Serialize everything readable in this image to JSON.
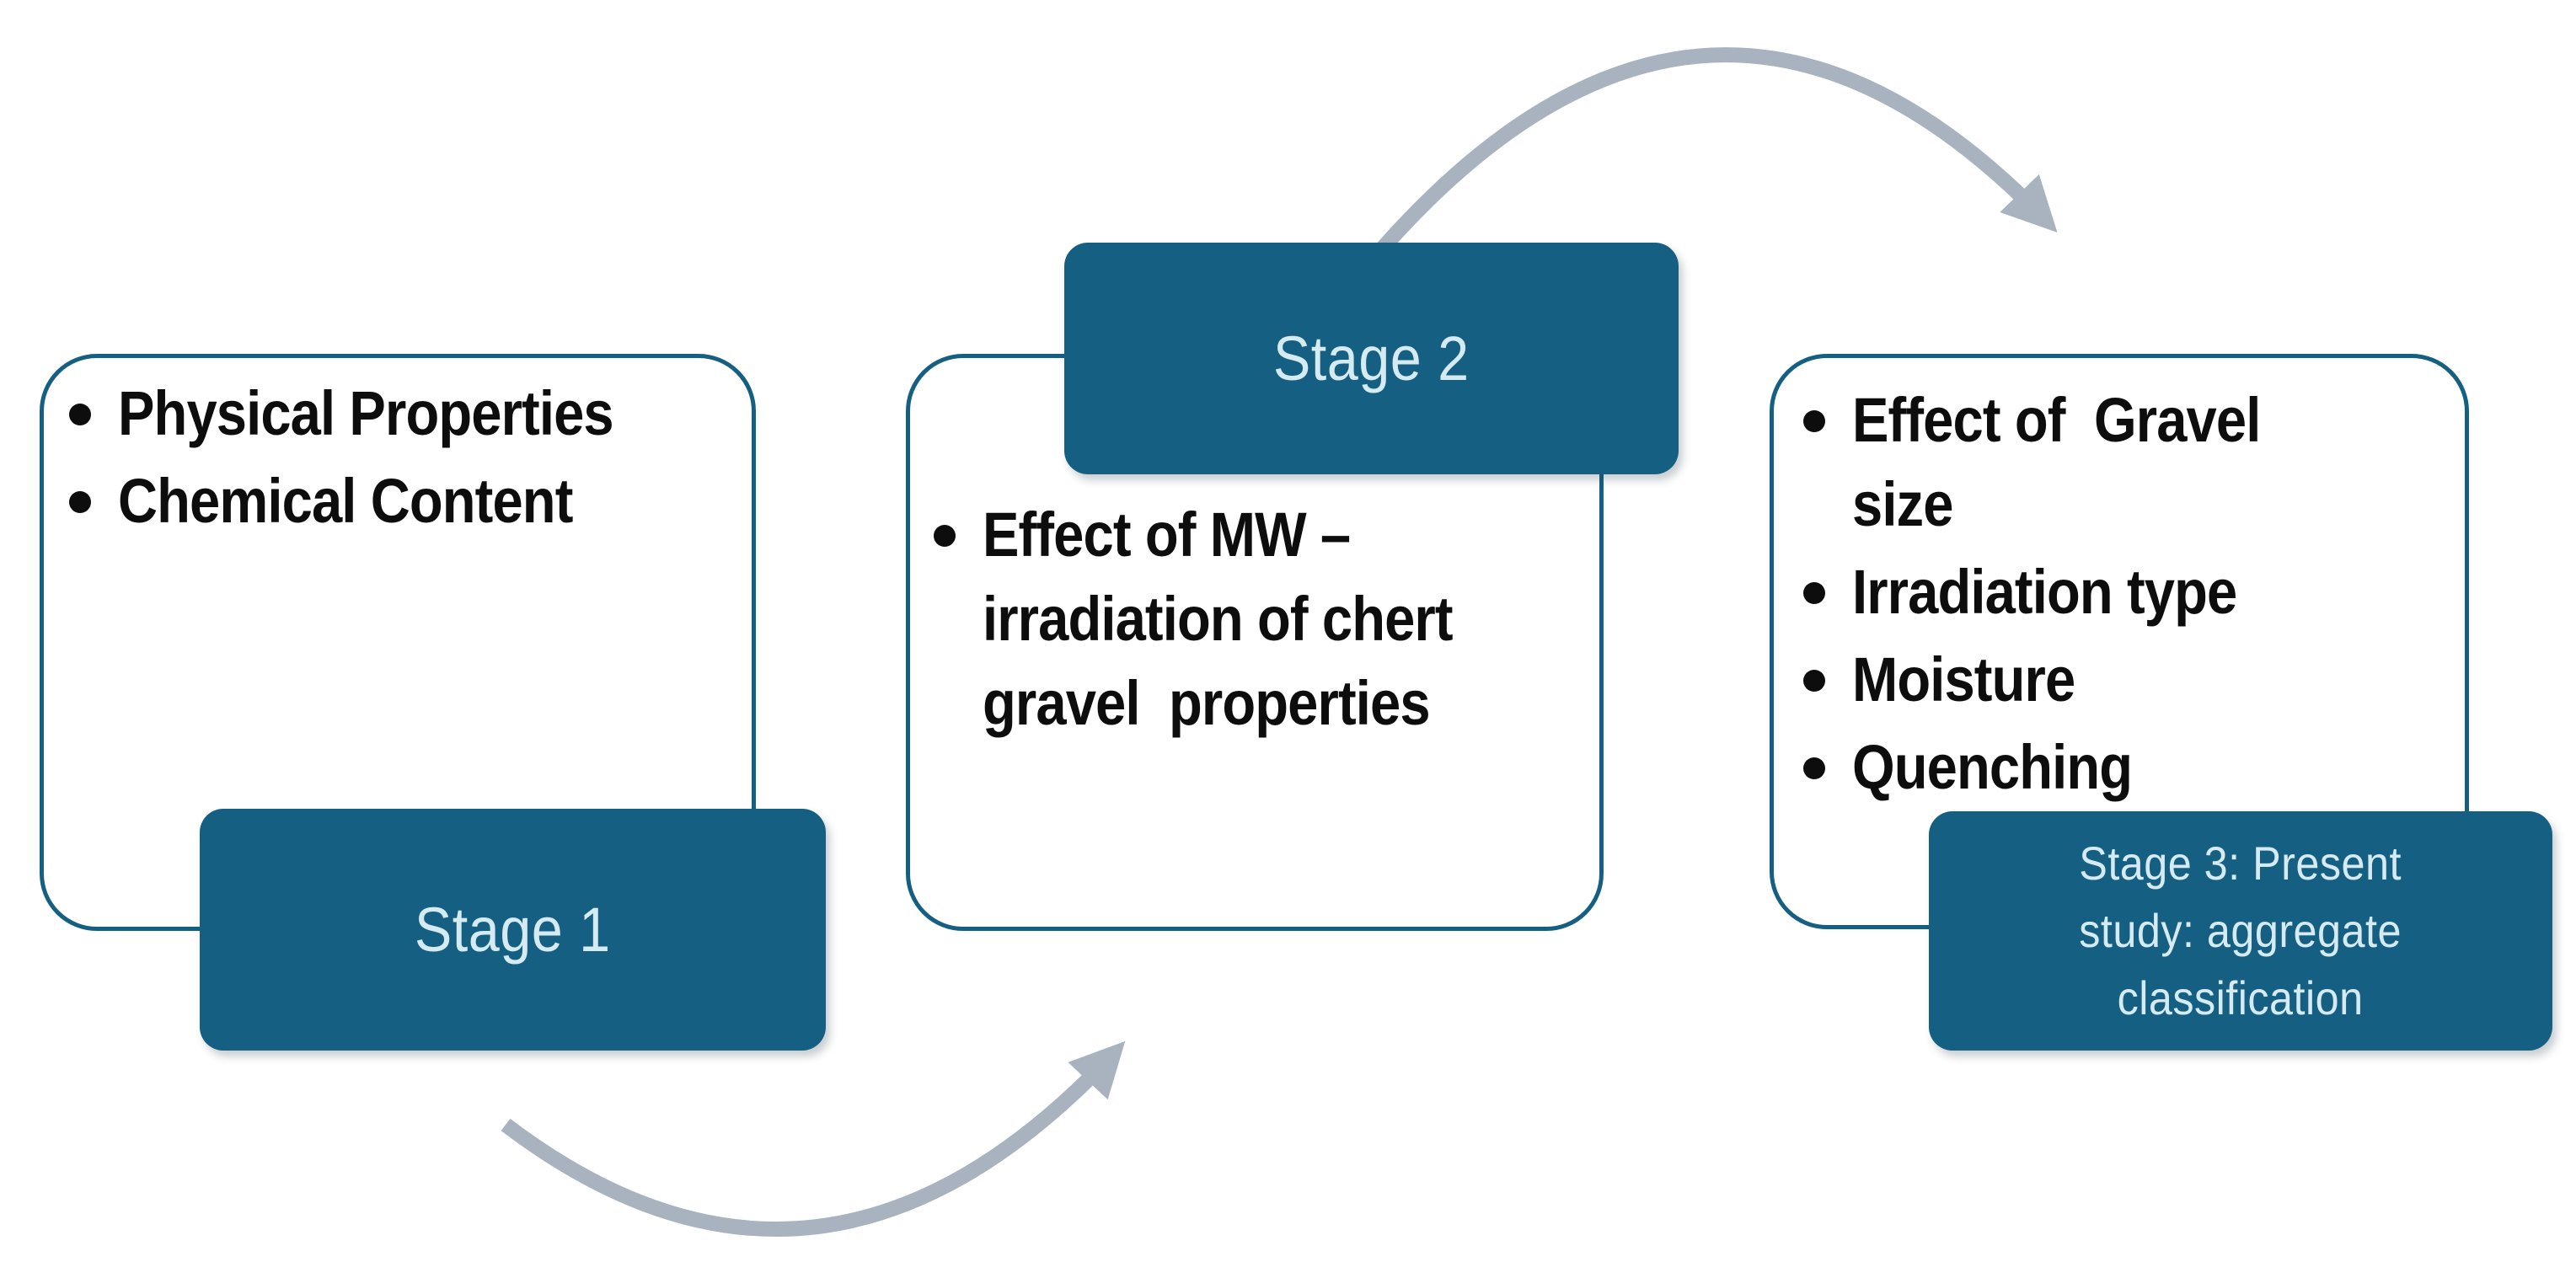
{
  "colors": {
    "accent_teal": "#156082",
    "box_border_teal": "#156082",
    "stage_label_text": "#d6eaf2",
    "bullet_text": "#0d0d0d",
    "arrow_gray": "#a9b3bf",
    "background": "#ffffff"
  },
  "stages": [
    {
      "label": "Stage 1",
      "bullets": [
        "Physical Properties",
        "Chemical Content"
      ]
    },
    {
      "label": "Stage 2",
      "bullets": [
        "Effect of MW –\nirradiation of chert\ngravel  properties"
      ]
    },
    {
      "label": "Stage 3: Present\nstudy: aggregate\nclassification",
      "bullets": [
        "Effect of  Gravel\nsize",
        "Irradiation type",
        "Moisture",
        "Quenching"
      ]
    }
  ],
  "arrows": [
    {
      "icon": "curved-arrow",
      "connects": "Stage 1 → Stage 2"
    },
    {
      "icon": "curved-arrow",
      "connects": "Stage 2 → Stage 3"
    }
  ]
}
